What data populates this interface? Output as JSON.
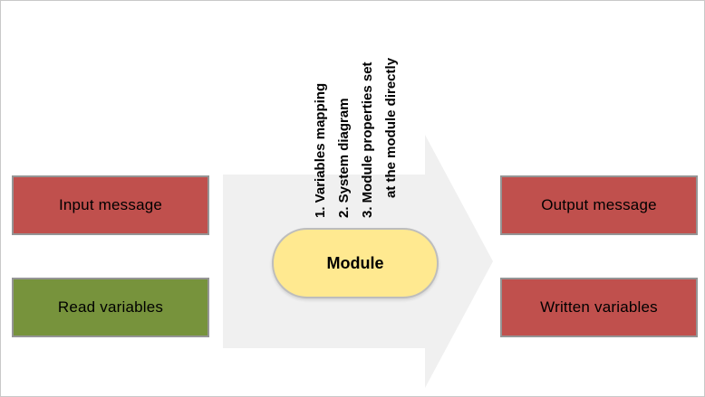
{
  "diagram": {
    "left": [
      {
        "label": "Input message",
        "fill": "#C0504D"
      },
      {
        "label": "Read variables",
        "fill": "#77933C"
      }
    ],
    "right": [
      {
        "label": "Output message",
        "fill": "#C0504D"
      },
      {
        "label": "Written variables",
        "fill": "#C0504D"
      }
    ],
    "module": {
      "label": "Module",
      "fill": "#FFE990"
    },
    "annotations": {
      "lines": [
        "1. Variables mapping",
        "2. System diagram",
        "3. Module properties set",
        "at the module directly"
      ]
    },
    "arrow": {
      "fill": "#F0F0F0"
    }
  }
}
